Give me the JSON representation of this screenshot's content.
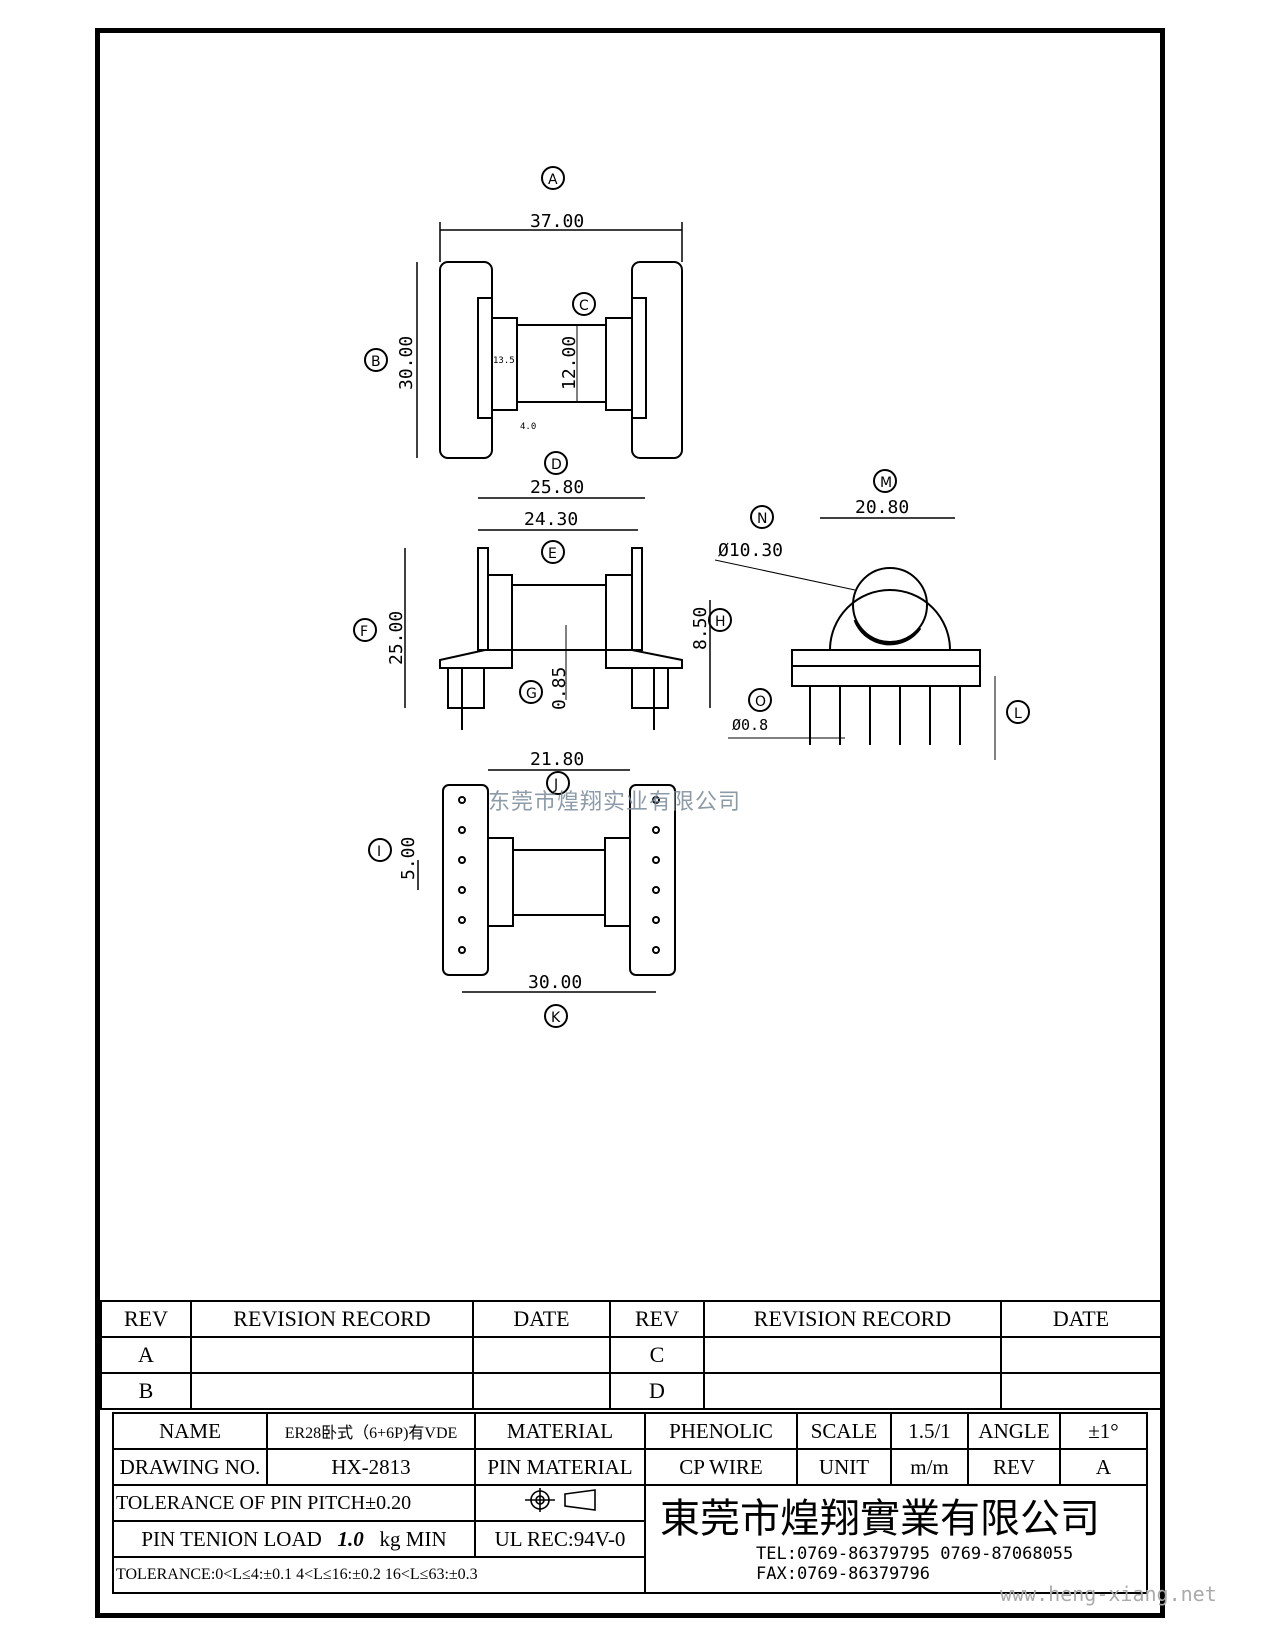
{
  "drawing": {
    "dims": {
      "A": "37.00",
      "B": "30.00",
      "C": "12.00",
      "c_small_1": "13.5",
      "c_small_2": "4.0",
      "D": "25.80",
      "E": "24.30",
      "F": "25.00",
      "G": "0.85",
      "H": "8.50",
      "M": "20.80",
      "N": "Ø10.30",
      "O": "Ø0.8",
      "J": "21.80",
      "I": "5.00",
      "K": "30.00"
    },
    "circles": {
      "A": "A",
      "B": "B",
      "C": "C",
      "D": "D",
      "E": "E",
      "F": "F",
      "G": "G",
      "H": "H",
      "I": "I",
      "J": "J",
      "K": "K",
      "L": "L",
      "M": "M",
      "N": "N",
      "O": "O"
    }
  },
  "watermark": "东莞市煌翔实业有限公司",
  "watermark_url": "www.heng-xiang.net",
  "revision": {
    "headers": [
      "REV",
      "REVISION RECORD",
      "DATE",
      "REV",
      "REVISION RECORD",
      "DATE"
    ],
    "rows": [
      [
        "A",
        "",
        "",
        "C",
        "",
        ""
      ],
      [
        "B",
        "",
        "",
        "D",
        "",
        ""
      ]
    ]
  },
  "title_block": {
    "name_label": "NAME",
    "name_value": "ER28卧式（6+6P)有VDE",
    "material_label": "MATERIAL",
    "material_value": "PHENOLIC",
    "scale_label": "SCALE",
    "scale_value": "1.5/1",
    "angle_label": "ANGLE",
    "angle_value": "±1°",
    "drawing_label": "DRAWING NO.",
    "drawing_value": "HX-2813",
    "pin_mat_label": "PIN MATERIAL",
    "pin_mat_value": "CP WIRE",
    "unit_label": "UNIT",
    "unit_value": "m/m",
    "rev_label": "REV",
    "rev_value": "A",
    "tol_pitch": "TOLERANCE OF PIN PITCH±0.20",
    "pin_load_a": "PIN TENION LOAD",
    "pin_load_b": "1.0",
    "pin_load_c": "kg MIN",
    "ul": "UL REC:94V-0",
    "tolerance": "TOLERANCE:0<L≤4:±0.1  4<L≤16:±0.2  16<L≤63:±0.3",
    "company": "東莞市煌翔實業有限公司",
    "tel": "TEL:0769-86379795   0769-87068055",
    "fax": "FAX:0769-86379796"
  }
}
